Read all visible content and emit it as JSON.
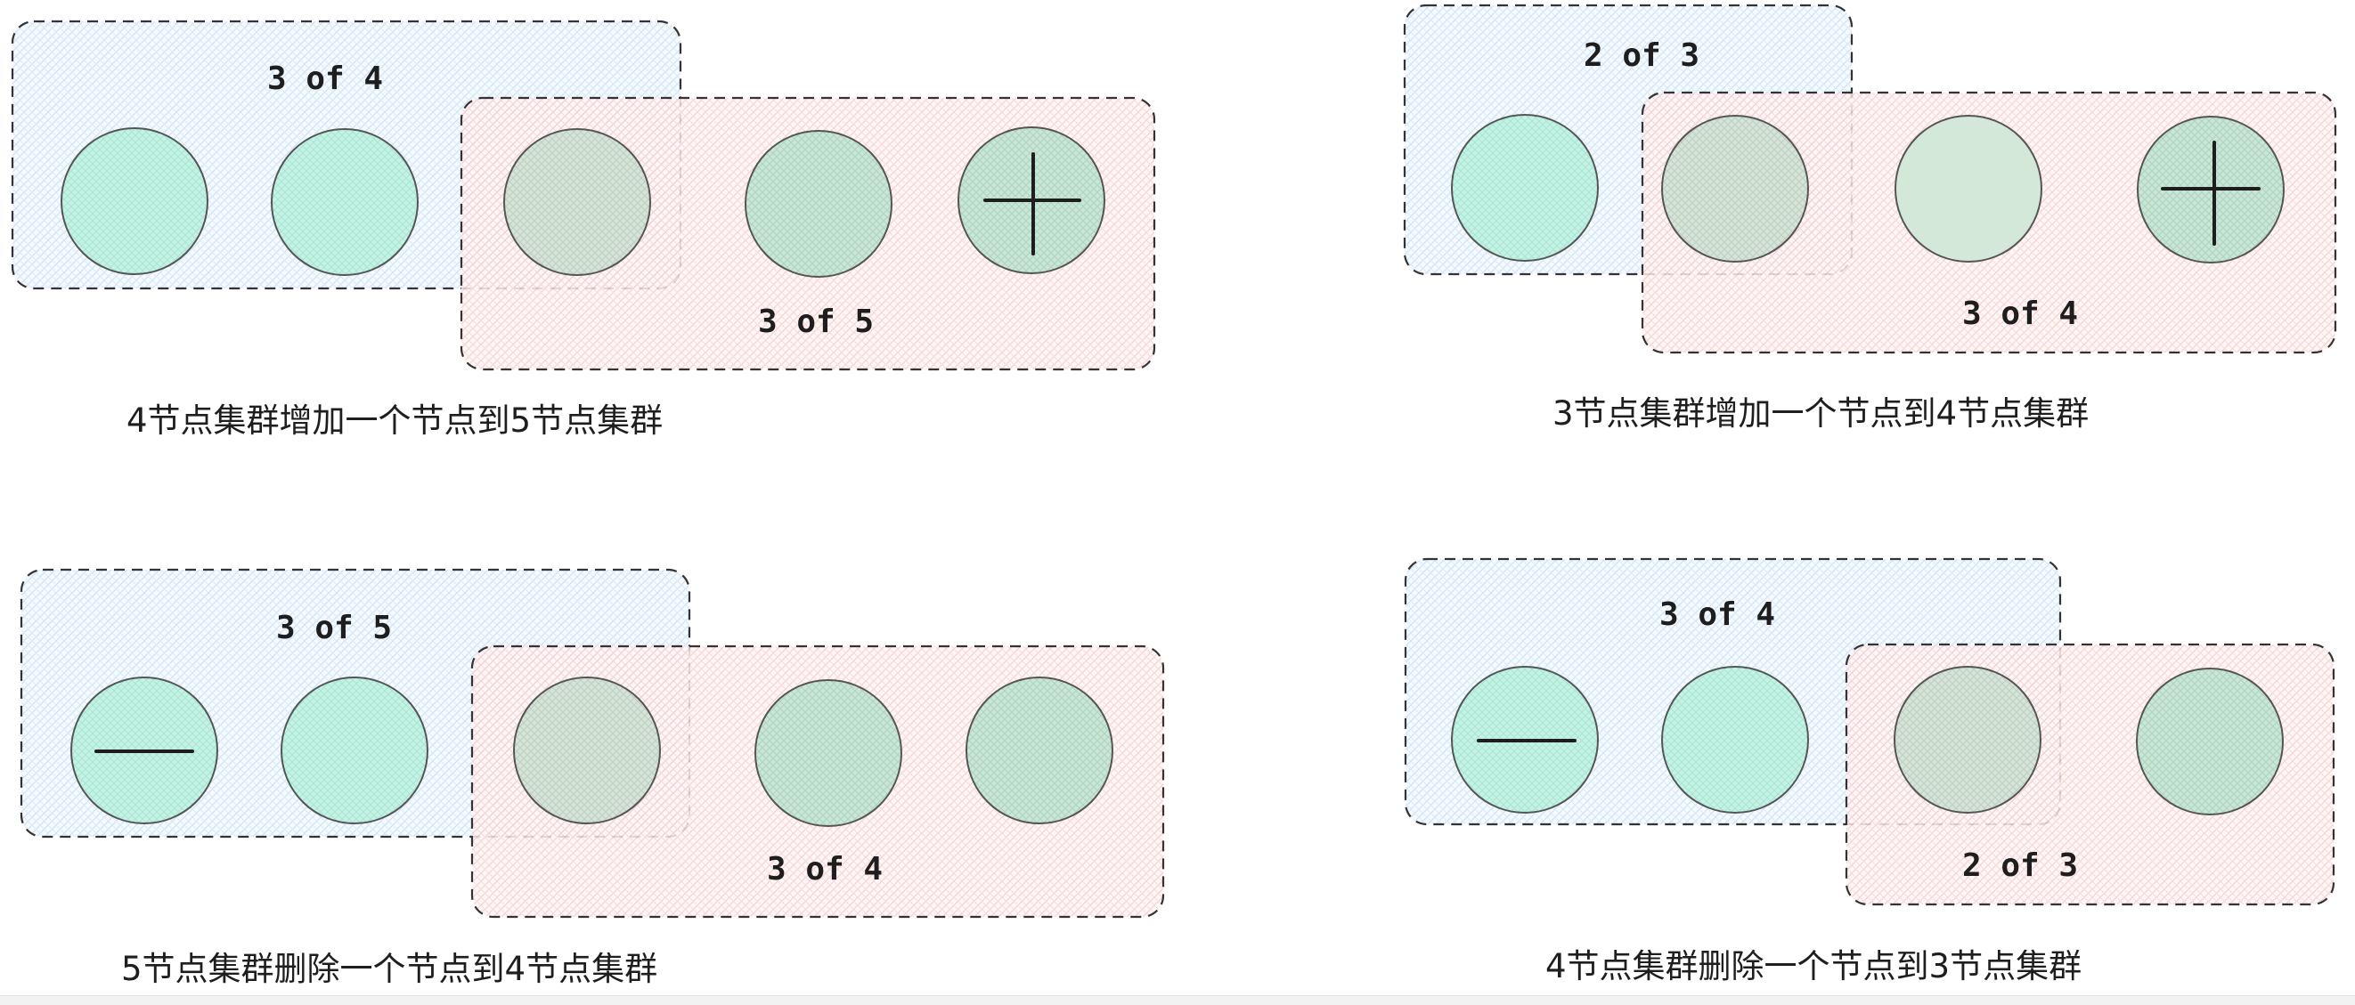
{
  "colors": {
    "old_group": "#a5d8ff",
    "new_group": "#ffc9c9",
    "node_fill": "#b2f2bb",
    "node_fill_alt": "#c3fae8",
    "node_stroke": "#1e1e1e"
  },
  "icons": {
    "add": "plus-icon",
    "remove": "minus-icon"
  },
  "panels": [
    {
      "id": "add-4-to-5",
      "old_group_label": "3 of 4",
      "new_group_label": "3 of 5",
      "caption": "4节点集群增加一个节点到5节点集群"
    },
    {
      "id": "add-3-to-4",
      "old_group_label": "2 of 3",
      "new_group_label": "3 of 4",
      "caption": "3节点集群增加一个节点到4节点集群"
    },
    {
      "id": "remove-5-to-4",
      "old_group_label": "3 of 5",
      "new_group_label": "3 of 4",
      "caption": "5节点集群删除一个节点到4节点集群"
    },
    {
      "id": "remove-4-to-3",
      "old_group_label": "3 of 4",
      "new_group_label": "2 of 3",
      "caption": "4节点集群删除一个节点到3节点集群"
    }
  ]
}
